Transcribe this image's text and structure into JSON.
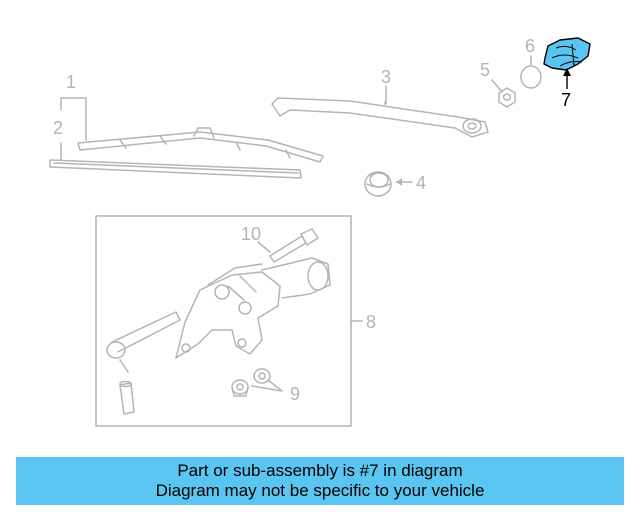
{
  "callouts": [
    {
      "id": "1",
      "label": "1"
    },
    {
      "id": "2",
      "label": "2"
    },
    {
      "id": "3",
      "label": "3"
    },
    {
      "id": "4",
      "label": "4"
    },
    {
      "id": "5",
      "label": "5"
    },
    {
      "id": "6",
      "label": "6"
    },
    {
      "id": "7",
      "label": "7"
    },
    {
      "id": "8",
      "label": "8"
    },
    {
      "id": "9",
      "label": "9"
    },
    {
      "id": "10",
      "label": "10"
    }
  ],
  "highlight_part": "7",
  "colors": {
    "line": "#b4b4b4",
    "highlight_fill": "#5bc5f2",
    "highlight_stroke": "#000000",
    "banner_bg": "#5bc5f2"
  },
  "banner": {
    "line1": "Part or sub-assembly is #7 in diagram",
    "line2": "Diagram may not be specific to your vehicle"
  }
}
